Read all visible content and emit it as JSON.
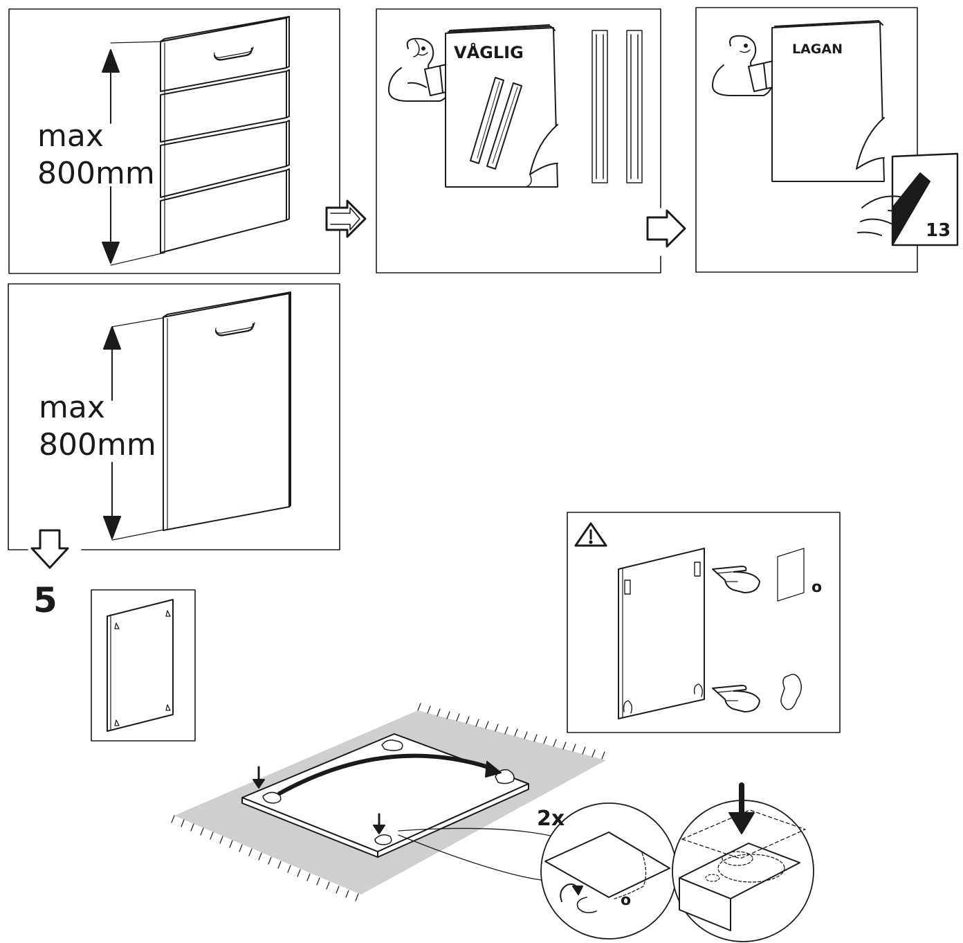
{
  "panels": {
    "drawer_front": {
      "dimension_line1": "max",
      "dimension_line2": "800mm"
    },
    "manual_vaglig": {
      "manual_title": "VÅGLIG"
    },
    "manual_lagan": {
      "manual_title": "LAGAN",
      "page_number": "13"
    },
    "door_front": {
      "dimension_line1": "max",
      "dimension_line2": "800mm"
    }
  },
  "step": {
    "number": "5"
  },
  "warning_panel": {
    "option_label": "o"
  },
  "detail": {
    "quantity": "2x",
    "option_label": "o"
  },
  "icons": [
    "arrow-right-icon",
    "arrow-down-icon",
    "warning-icon",
    "pointing-hand-icon",
    "reading-person-icon",
    "page-turn-hand-icon"
  ],
  "colors": {
    "line": "#1a1a1a",
    "rug": "#cfcfcf",
    "paper": "#ffffff"
  }
}
